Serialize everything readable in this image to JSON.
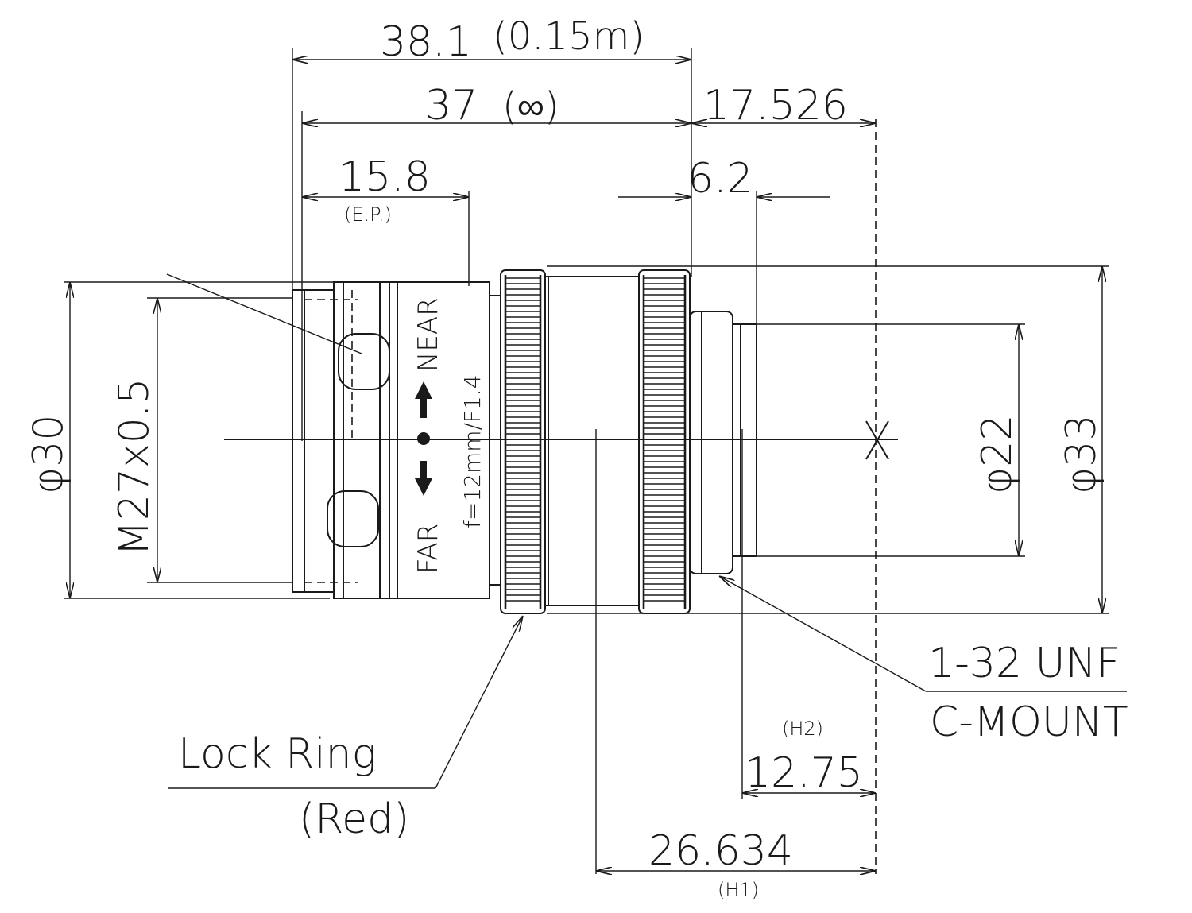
{
  "drawing": {
    "dims": {
      "len_focus_near": "38.1",
      "len_focus_near_cond": "(0.15m)",
      "len_focus_inf": "37",
      "len_focus_inf_cond": "(∞)",
      "flange_back": "17.526",
      "entrance_pupil": "15.8",
      "entrance_pupil_tag": "(E.P.)",
      "mount_depth": "6.2",
      "dia_30": "φ30",
      "thread_front": "M27x0.5",
      "dia_22": "φ22",
      "dia_33": "φ33",
      "h2_tag": "(H2)",
      "h2_value": "12.75",
      "h1_value": "26.634",
      "h1_tag": "(H1)"
    },
    "labels": {
      "mount_thread": "1-32 UNF",
      "mount_type": "C-MOUNT",
      "lock_ring": "Lock Ring",
      "lock_ring_color": "(Red)",
      "focus_far": "FAR",
      "focus_near": "NEAR",
      "lens_spec": "f=12mm/F1.4"
    }
  }
}
